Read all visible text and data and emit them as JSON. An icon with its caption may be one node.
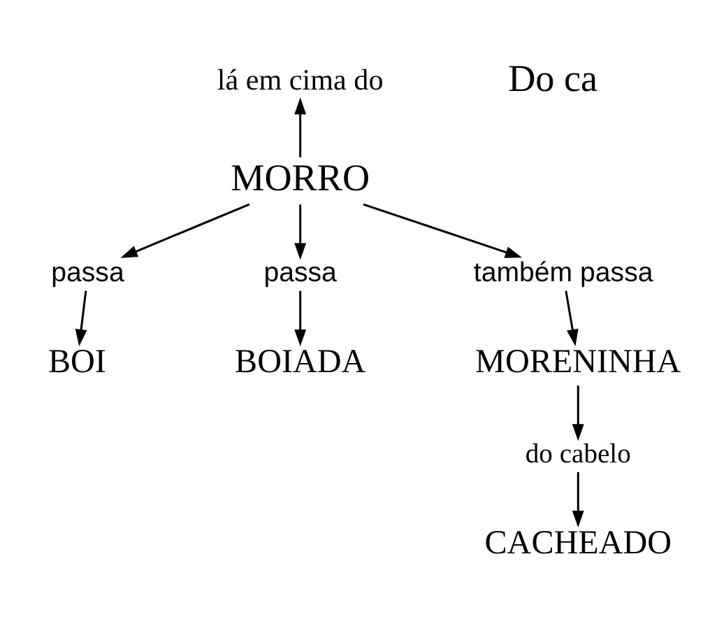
{
  "diagram": {
    "nodes": [
      {
        "text": [
          "lá em cima do"
        ]
      },
      {
        "text": [
          "MORRO"
        ]
      },
      {
        "text": [
          "passa"
        ]
      },
      {
        "text": [
          "passa"
        ]
      },
      {
        "text": [
          "BOI"
        ]
      },
      {
        "text": [
          "BOIADA"
        ]
      },
      {
        "text": [
          "também passa"
        ]
      },
      {
        "text": [
          "MORENINHA"
        ]
      },
      {
        "text": [
          "do cabelo"
        ]
      },
      {
        "text": [
          "CACHEADO"
        ]
      }
    ],
    "edges": [
      {
        "from": 1,
        "to": 0,
        "arrow": "to"
      },
      {
        "from": 1,
        "to": 2,
        "arrow": "to"
      },
      {
        "from": 2,
        "to": 4,
        "arrow": "to"
      },
      {
        "from": 1,
        "to": 3,
        "arrow": "to"
      },
      {
        "from": 3,
        "to": 5,
        "arrow": "to"
      },
      {
        "from": 1,
        "to": 6,
        "arrow": "to"
      },
      {
        "from": 6,
        "to": 7,
        "arrow": "to"
      },
      {
        "from": 7,
        "to": 8,
        "arrow": "to"
      },
      {
        "from": 8,
        "to": 9,
        "arrow": "to"
      }
    ],
    "labels": [
      "Do ca"
    ]
  }
}
